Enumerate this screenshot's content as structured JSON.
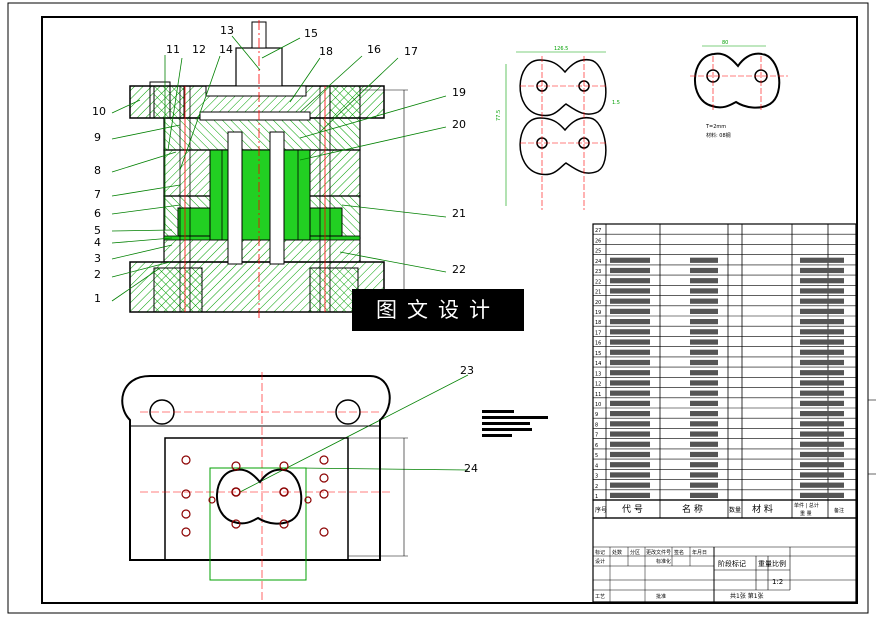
{
  "watermark": "图文设计",
  "part_labels": [
    "1",
    "2",
    "3",
    "4",
    "5",
    "6",
    "7",
    "8",
    "9",
    "10",
    "11",
    "12",
    "13",
    "14",
    "15",
    "16",
    "17",
    "18",
    "19",
    "20",
    "21",
    "22",
    "23",
    "24"
  ],
  "dims": {
    "part_width": "126.5",
    "part_height": "77.5",
    "gap": "1.5",
    "sketch_width": "80",
    "sketch_note_1": "T=2mm",
    "sketch_note_2": "材料: 08钢"
  },
  "table": {
    "row_numbers": [
      "27",
      "26",
      "25",
      "24",
      "23",
      "22",
      "21",
      "20",
      "19",
      "18",
      "17",
      "16",
      "15",
      "14",
      "13",
      "12",
      "11",
      "10",
      "9",
      "8",
      "7",
      "6",
      "5",
      "4",
      "3",
      "2",
      "1"
    ],
    "header": {
      "seq": "序号",
      "code": "代 号",
      "name": "名 称",
      "qty": "数量",
      "material": "材 料",
      "weight": "单件 | 总计",
      "note": "备注",
      "weight_sub": "重 量"
    },
    "title_block": {
      "stage": "阶段标记",
      "weight": "重量",
      "scale": "比例",
      "scale_value": "1:2",
      "sheets": "共1张 第1张",
      "design": "设计",
      "craft": "工艺",
      "approve": "批准",
      "std": "标准化",
      "mark": "标记",
      "count": "处数",
      "zone": "分区",
      "doc": "更改文件号",
      "sign": "签名",
      "date": "年月日"
    }
  },
  "colors": {
    "outline": "#000000",
    "hatch": "#00a000",
    "fill_green": "#22d022",
    "center_line": "#ff0000",
    "leader": "#008000",
    "hole": "#8b0000"
  }
}
